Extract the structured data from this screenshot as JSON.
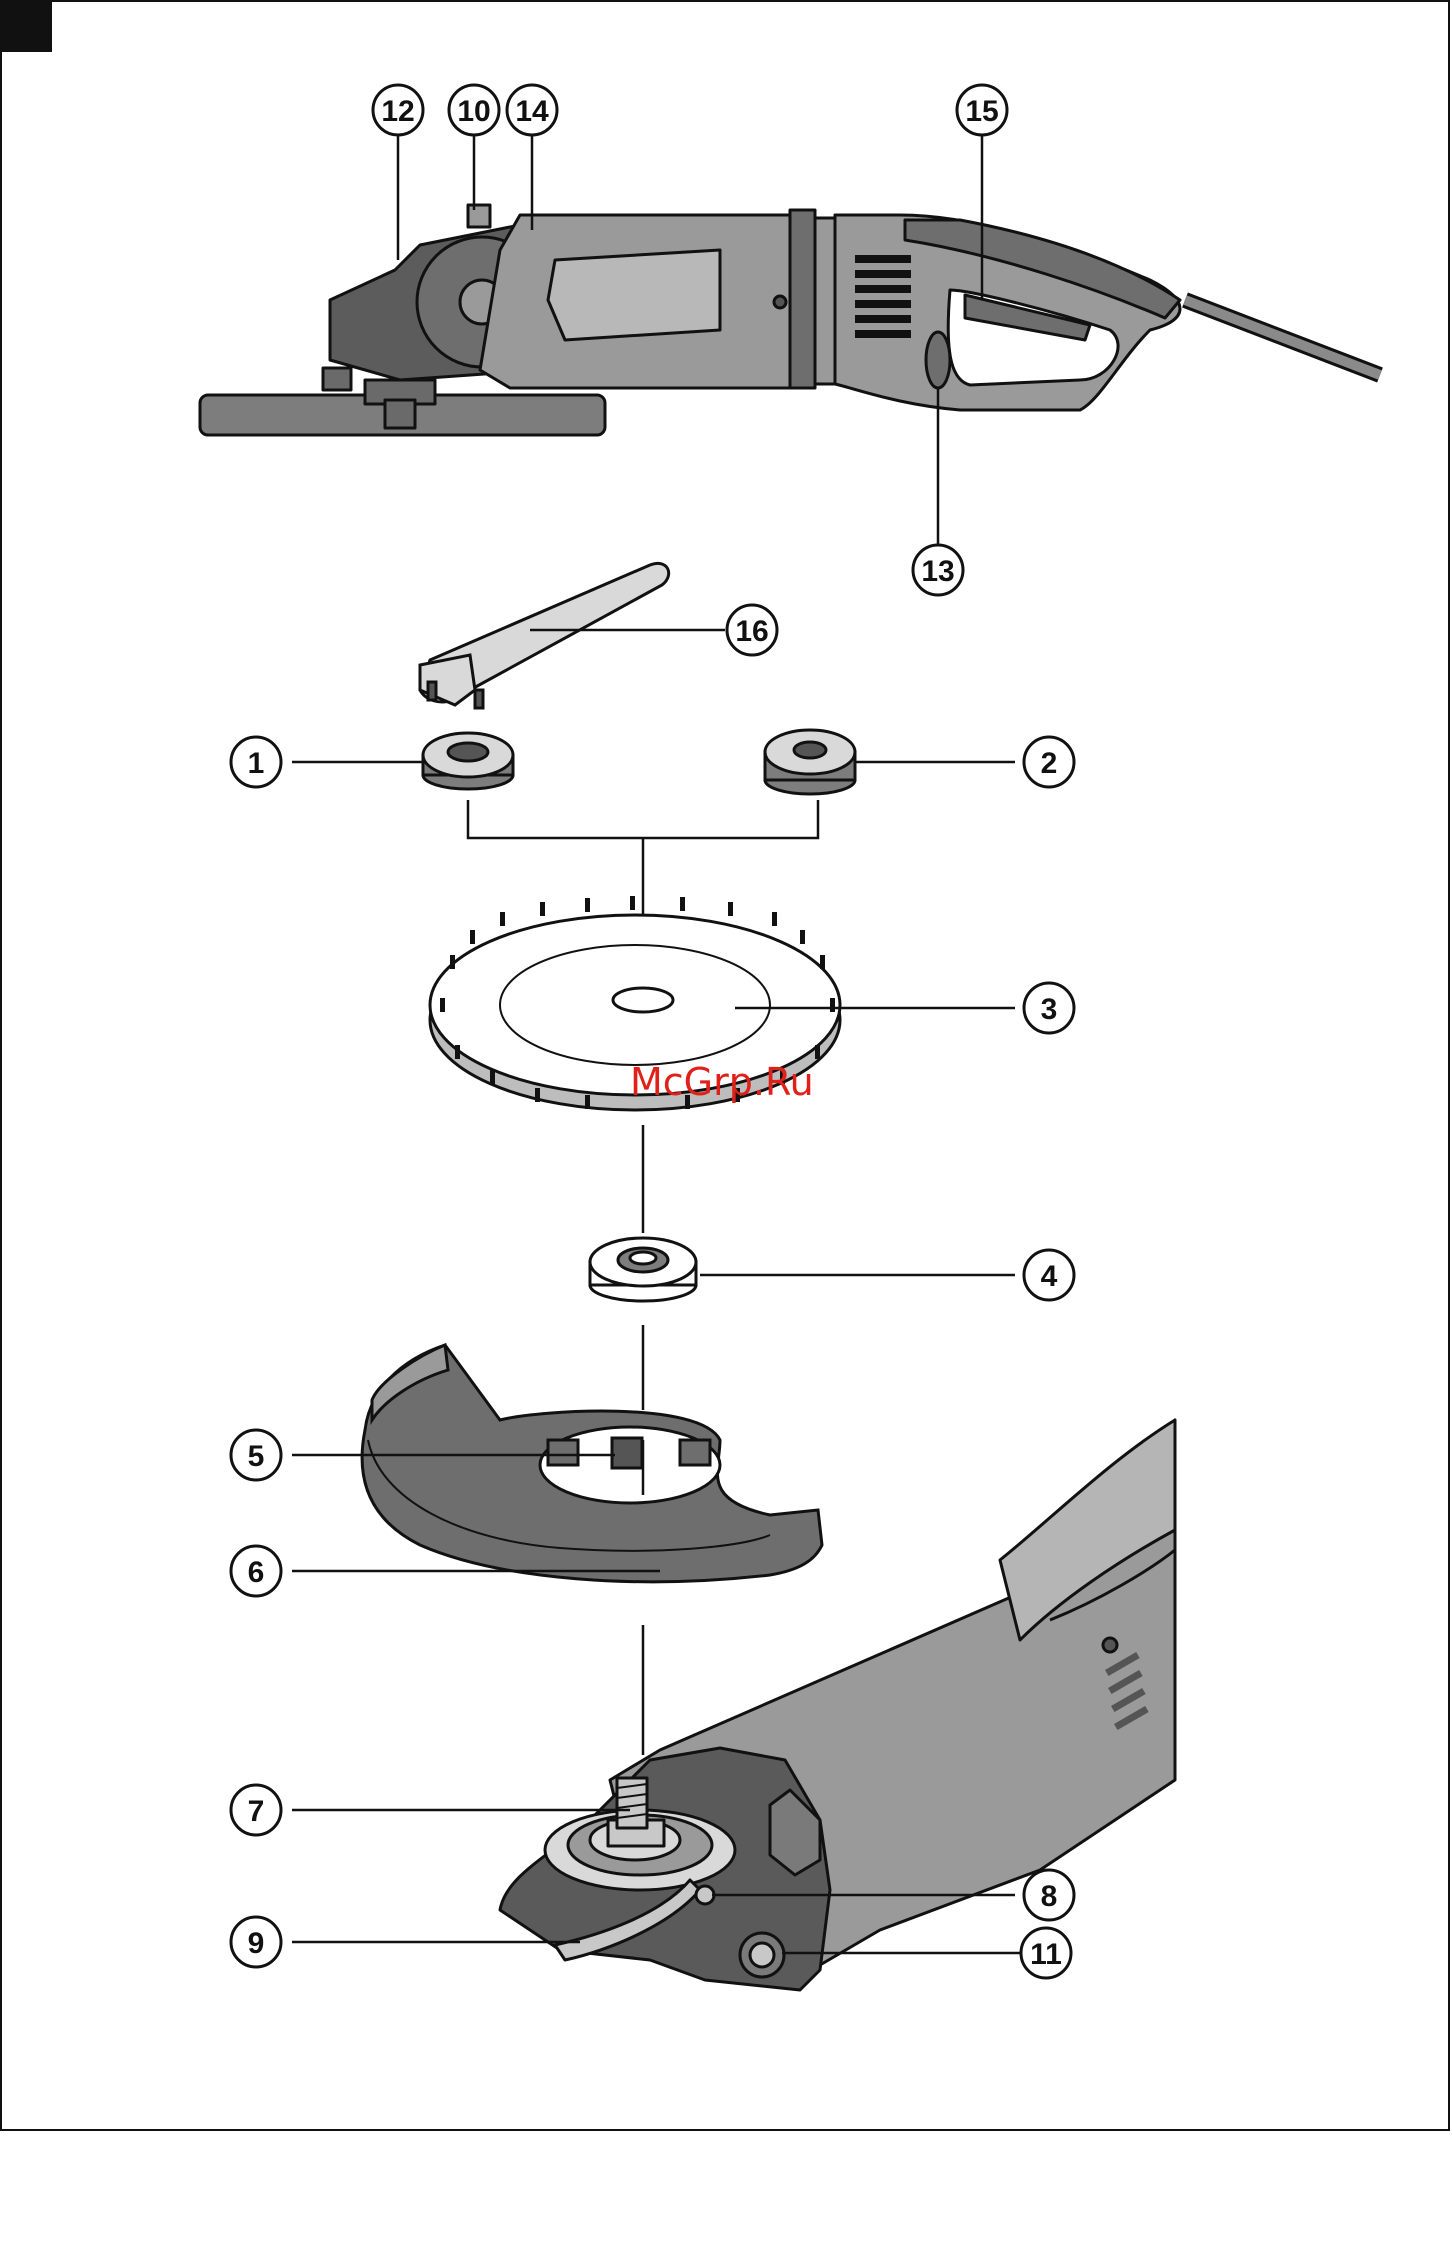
{
  "colors": {
    "body_gray": "#9a9a9a",
    "dark_gray": "#555555",
    "mid_gray": "#7d7d7d",
    "light_gray": "#d9d9d9",
    "outline": "#111111",
    "watermark": "#e0211a"
  },
  "callouts": {
    "c1": "1",
    "c2": "2",
    "c3": "3",
    "c4": "4",
    "c5": "5",
    "c6": "6",
    "c7": "7",
    "c8": "8",
    "c9": "9",
    "c10": "10",
    "c11": "11",
    "c12": "12",
    "c13": "13",
    "c14": "14",
    "c15": "15",
    "c16": "16"
  },
  "watermark": "McGrp.Ru"
}
